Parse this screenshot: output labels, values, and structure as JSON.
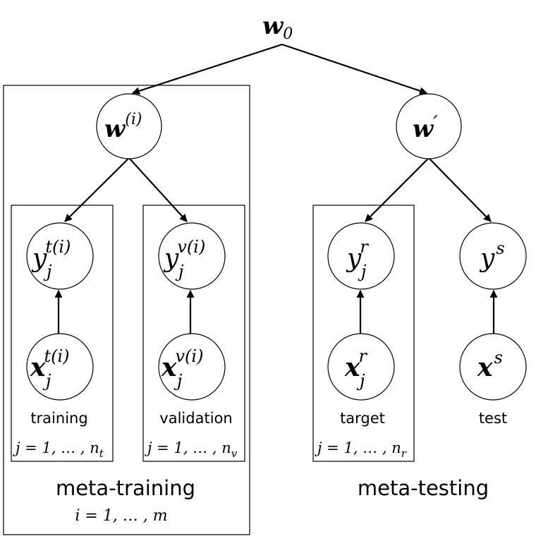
{
  "nodes": {
    "w0": {
      "base": "w",
      "sub": "0"
    },
    "wi": {
      "base": "w",
      "sup": "(i)"
    },
    "wp": {
      "base": "w",
      "sup": "′"
    },
    "ytr": {
      "base": "y",
      "sub": "j",
      "sup": "t(i)"
    },
    "yval": {
      "base": "y",
      "sub": "j",
      "sup": "v(i)"
    },
    "ytg": {
      "base": "y",
      "sub": "j",
      "sup": "r"
    },
    "ytest": {
      "base": "y",
      "sup": "s"
    },
    "xtr": {
      "base": "x",
      "sub": "j",
      "sup": "t(i)"
    },
    "xval": {
      "base": "x",
      "sub": "j",
      "sup": "v(i)"
    },
    "xtg": {
      "base": "x",
      "sub": "j",
      "sup": "r"
    },
    "xtest": {
      "base": "x",
      "sup": "s"
    }
  },
  "labels": {
    "training": "training",
    "validation": "validation",
    "target": "target",
    "test": "test",
    "meta_training": "meta-training",
    "meta_testing": "meta-testing"
  },
  "ranges": {
    "training": {
      "lhs": "j = 1, … , n",
      "sub": "t"
    },
    "validation": {
      "lhs": "j = 1, … , n",
      "sub": "v"
    },
    "target": {
      "lhs": "j = 1, … , n",
      "sub": "r"
    },
    "meta": "i = 1, … , m"
  }
}
